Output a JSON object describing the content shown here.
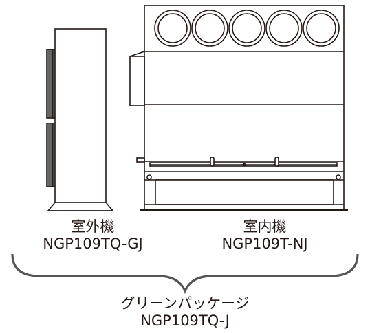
{
  "outdoor_unit": {
    "name": "室外機",
    "model": "NGP109TQ-GJ"
  },
  "indoor_unit": {
    "name": "室内機",
    "model": "NGP109T-NJ"
  },
  "package": {
    "name": "グリーンパッケージ",
    "model": "NGP109TQ-J"
  },
  "colors": {
    "line": "#231815",
    "fin": "#555555",
    "background": "#ffffff"
  }
}
